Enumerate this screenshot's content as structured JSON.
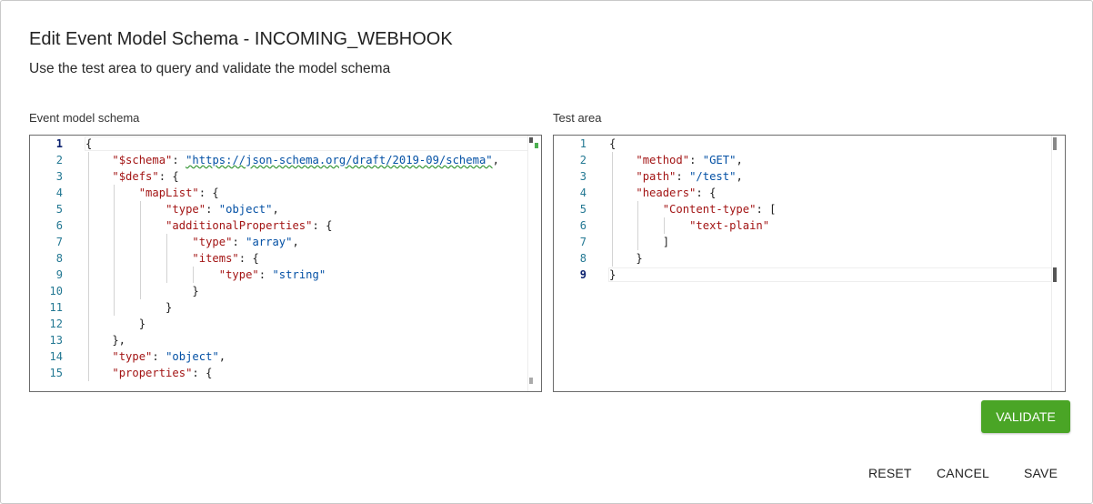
{
  "dialog": {
    "title": "Edit Event Model Schema - INCOMING_WEBHOOK",
    "subtitle": "Use the test area to query and validate the model schema"
  },
  "schema_panel": {
    "label": "Event model schema",
    "line_numbers": [
      "1",
      "2",
      "3",
      "4",
      "5",
      "6",
      "7",
      "8",
      "9",
      "10",
      "11",
      "12",
      "13",
      "14",
      "15"
    ],
    "active_line": "1"
  },
  "test_panel": {
    "label": "Test area",
    "line_numbers": [
      "1",
      "2",
      "3",
      "4",
      "5",
      "6",
      "7",
      "8",
      "9"
    ],
    "active_line": "9"
  },
  "buttons": {
    "validate": "VALIDATE",
    "reset": "RESET",
    "cancel": "CANCEL",
    "save": "SAVE"
  },
  "colors": {
    "key": "#a31515",
    "string": "#0451a5",
    "line_number": "#237893",
    "validate_bg": "#4aa526"
  }
}
